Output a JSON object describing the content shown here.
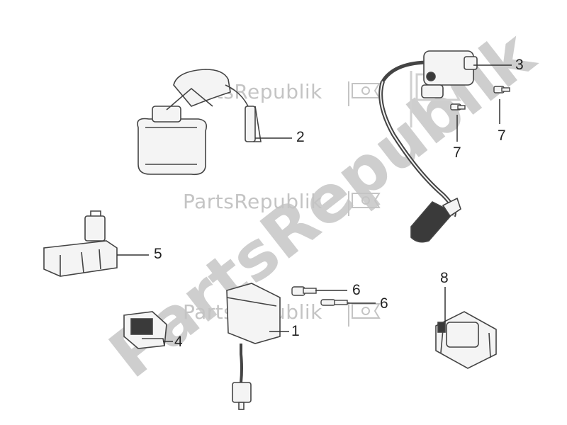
{
  "watermark": {
    "brand": "PartsRepublik",
    "colors": {
      "text": "#c4c4c4",
      "big": "#bdbdbd"
    }
  },
  "callouts": {
    "p1": "1",
    "p2": "2",
    "p3": "3",
    "p4": "4",
    "p5": "5",
    "p6a": "6",
    "p6b": "6",
    "p7a": "7",
    "p7b": "7",
    "p8": "8"
  },
  "colors": {
    "line": "#333333",
    "part_stroke": "#444444",
    "part_fill": "#f4f4f4",
    "dark": "#3a3a3a"
  }
}
